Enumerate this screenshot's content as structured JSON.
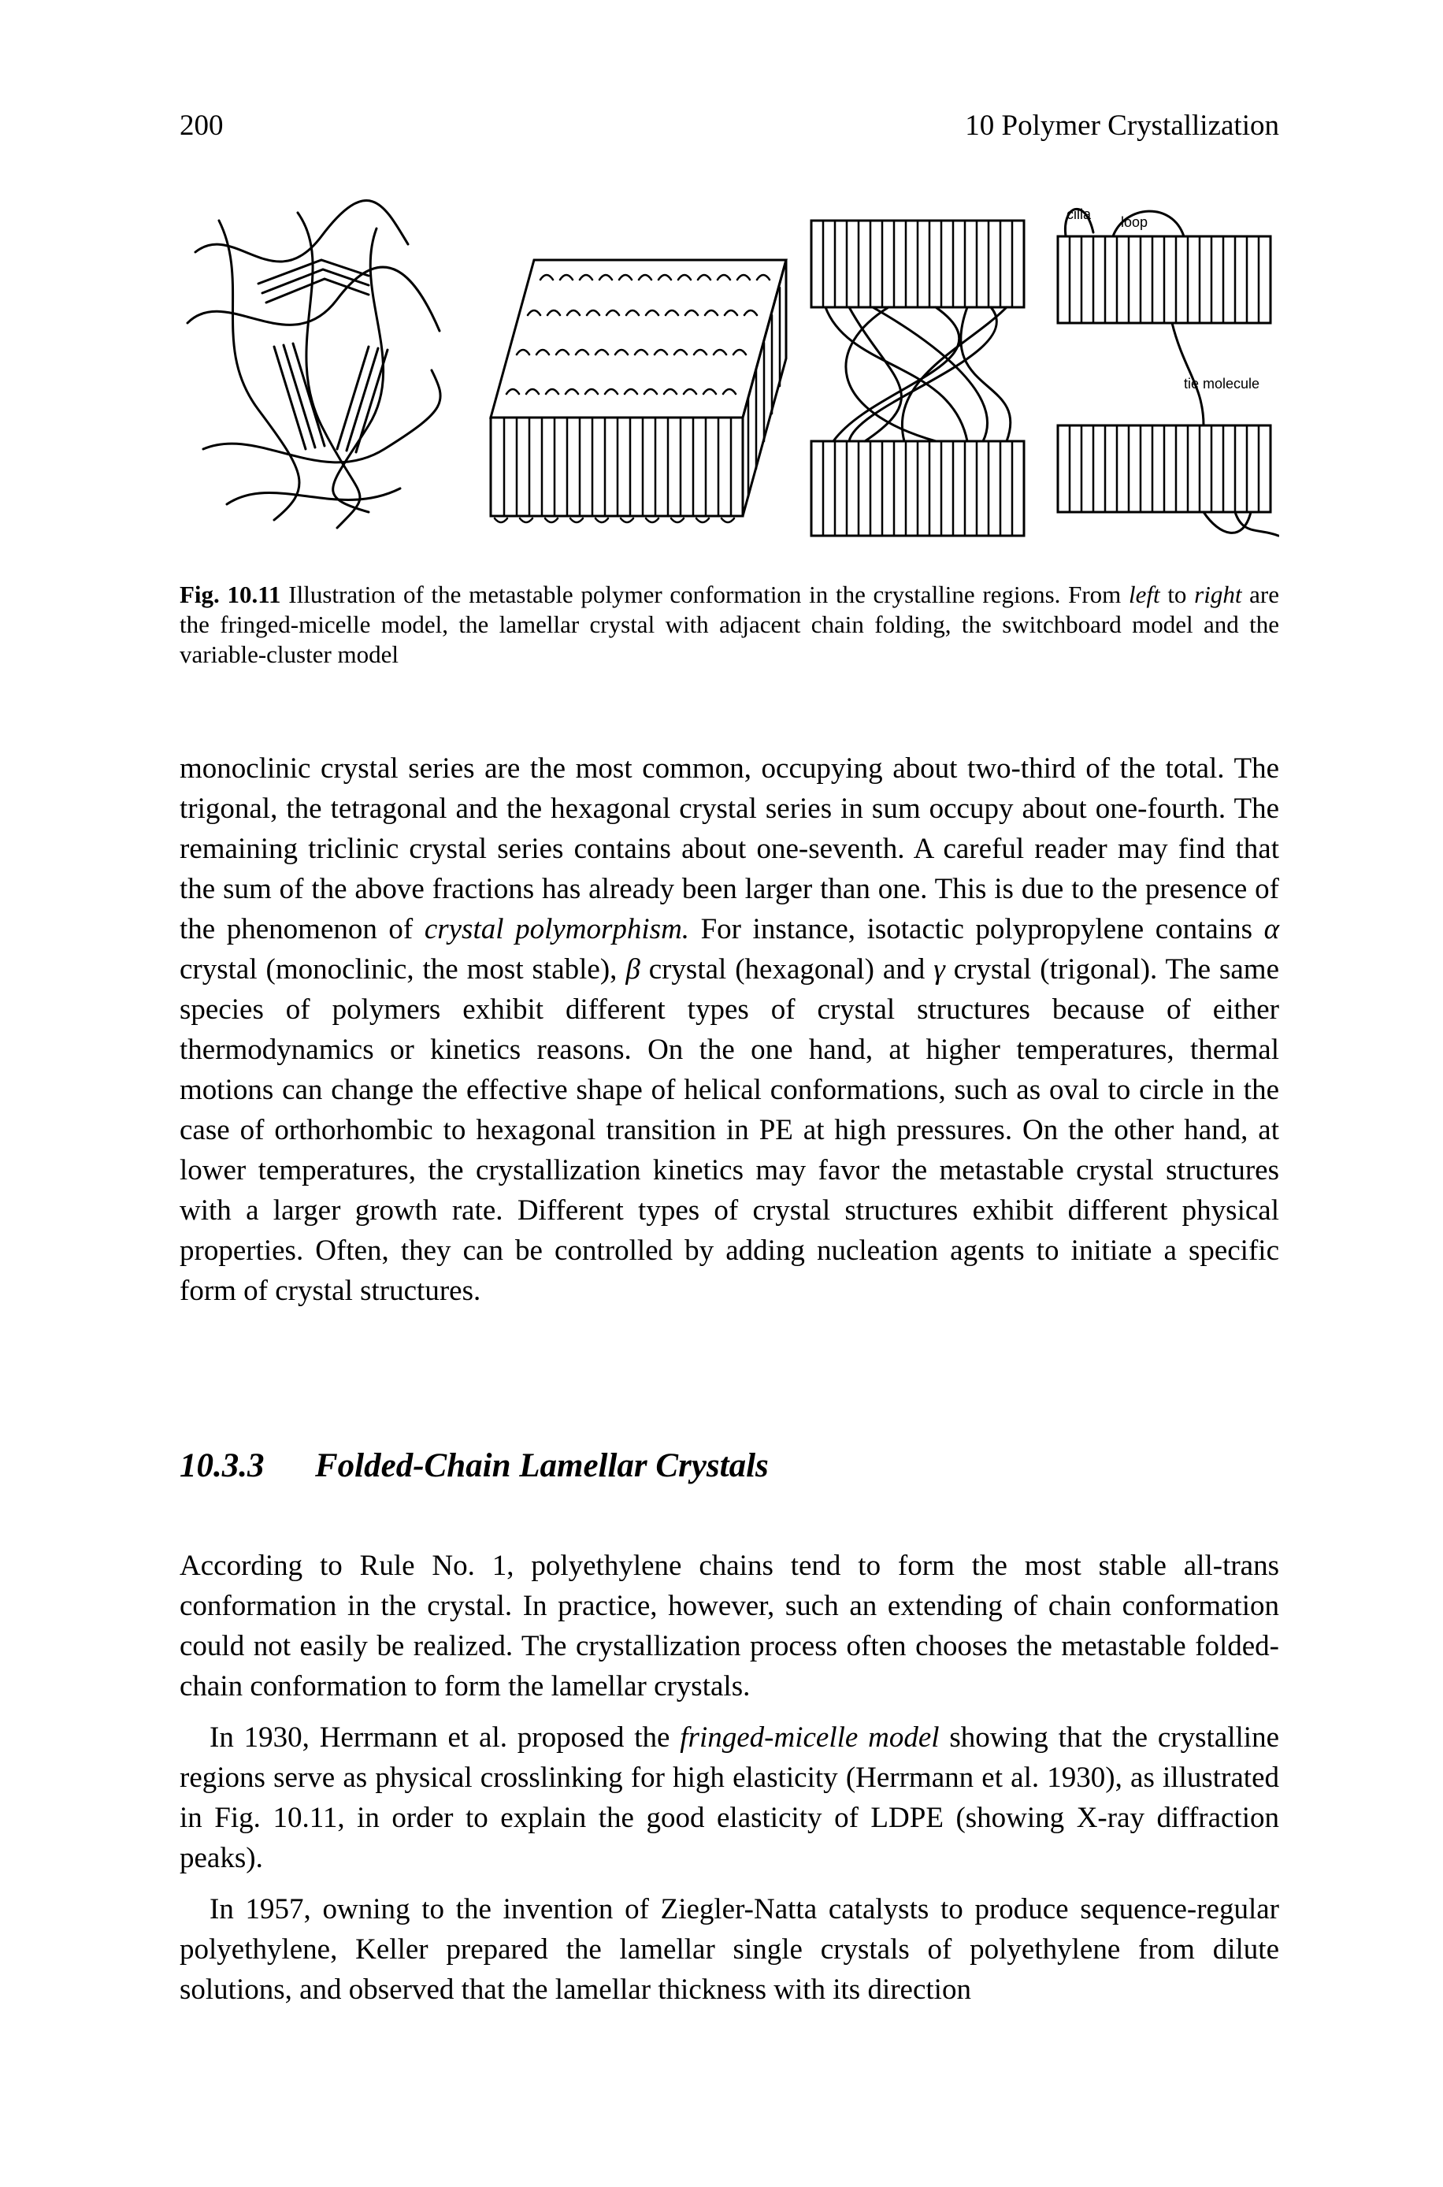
{
  "header": {
    "page_number": "200",
    "running_title": "10 Polymer Crystallization"
  },
  "figure": {
    "labels": {
      "cilia": "cilia",
      "loop": "loop",
      "tie_molecule": "tie molecule"
    }
  },
  "caption": {
    "label": "Fig. 10.11",
    "text_1": " Illustration of the metastable polymer conformation in the crystalline regions. From ",
    "left": "left",
    "text_2": " to ",
    "right": "right",
    "text_3": " are the fringed-micelle model, the lamellar crystal with adjacent chain folding, the switchboard model and the variable-cluster model"
  },
  "p1": {
    "a": "monoclinic crystal series are the most common, occupying about two-third of the total. The trigonal, the tetragonal and the hexagonal crystal series in sum occupy about one-fourth. The remaining triclinic crystal series contains about one-seventh. A careful reader may find that the sum of the above fractions has already been larger than one. This is due to the presence of the phenomenon of ",
    "b": "crystal polymorphism.",
    "c": " For instance, isotactic polypropylene contains ",
    "alpha": "α",
    "d": " crystal (monoclinic, the most stable), ",
    "beta": "β",
    "e": " crystal (hexagonal) and ",
    "gamma": "γ",
    "f": " crystal (trigonal). The same species of polymers exhibit different types of crystal structures because of either thermodynamics or kinetics reasons. On the one hand, at higher temperatures, thermal motions can change the effective shape of helical conformations, such as oval to circle in the case of orthorhombic to hexagonal transition in PE at high pressures. On the other hand, at lower temperatures, the crystallization kinetics may favor the metastable crystal structures with a larger growth rate. Different types of crystal structures exhibit different physical properties. Often, they can be controlled by adding nucleation agents to initiate a specific form of crystal structures."
  },
  "section": {
    "number": "10.3.3",
    "title": "Folded-Chain Lamellar Crystals"
  },
  "p2": "According to Rule No. 1, polyethylene chains tend to form the most stable all-trans conformation in the crystal. In practice, however, such an extending of chain conformation could not easily be realized. The crystallization process often chooses the metastable folded-chain conformation to form the lamellar crystals.",
  "p3": {
    "a": "In 1930, Herrmann et al. proposed the ",
    "b": "fringed-micelle model",
    "c": " showing that the crystalline regions serve as physical crosslinking for high elasticity (Herrmann et al. 1930), as illustrated in Fig. 10.11, in order to explain the good elasticity of LDPE (showing X-ray diffraction peaks)."
  },
  "p4": "In 1957, owning to the invention of Ziegler-Natta catalysts to produce sequence-regular polyethylene, Keller prepared the lamellar single crystals of polyethylene from dilute solutions, and observed that the lamellar thickness with its direction"
}
